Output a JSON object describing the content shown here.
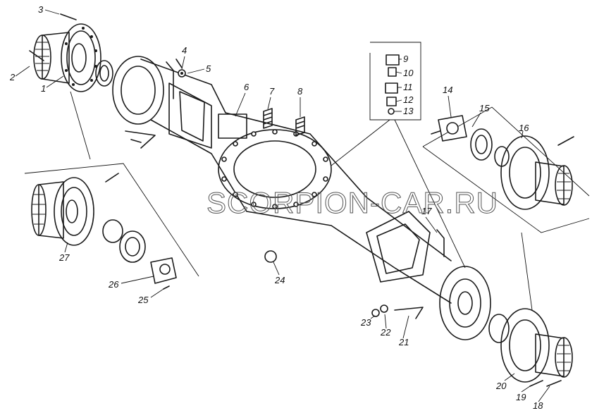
{
  "watermark": "SCORPION-CAR.RU",
  "callouts": [
    "1",
    "2",
    "3",
    "4",
    "5",
    "6",
    "7",
    "8",
    "9",
    "10",
    "11",
    "12",
    "13",
    "14",
    "15",
    "16",
    "17",
    "18",
    "19",
    "20",
    "21",
    "22",
    "23",
    "24",
    "25",
    "26",
    "27"
  ]
}
